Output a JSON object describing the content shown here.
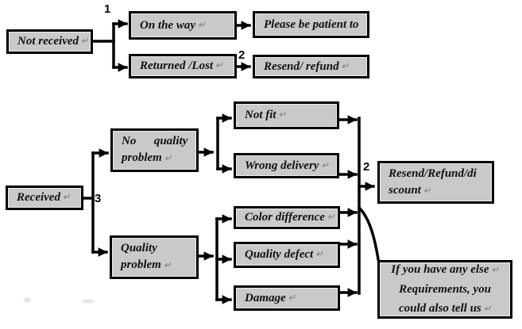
{
  "colors": {
    "background": "#ffffff",
    "box_fill": "#c9c9c9",
    "box_border": "#000000",
    "connector": "#000000",
    "return_mark": "#8f8f8f"
  },
  "return_mark": "↵",
  "branch_labels": {
    "one": "1",
    "two_top": "2",
    "three": "3",
    "two_right": "2"
  },
  "nodes": {
    "not_received": {
      "label": "Not received"
    },
    "on_the_way": {
      "label": "On the way"
    },
    "please_be_patient": {
      "label": "Please be patient to"
    },
    "returned_lost": {
      "label": "Returned /Lost"
    },
    "resend_refund": {
      "label": "Resend/ refund"
    },
    "received": {
      "label": "Received"
    },
    "no_quality_problem": {
      "line1": "No      quality",
      "line2": "problem"
    },
    "quality_problem": {
      "line1": "Quality",
      "line2": "problem"
    },
    "not_fit": {
      "label": "Not fit"
    },
    "wrong_delivery": {
      "label": "Wrong delivery"
    },
    "color_difference": {
      "label": "Color difference"
    },
    "quality_defect": {
      "label": "Quality defect"
    },
    "damage": {
      "label": "Damage"
    },
    "resend_refund_discount": {
      "line1": "Resend/Refund/di",
      "line2": "scount"
    },
    "any_else_requirements": {
      "line1": "If you have any else",
      "line2": "Requirements, you",
      "line3": "could also tell us"
    }
  }
}
